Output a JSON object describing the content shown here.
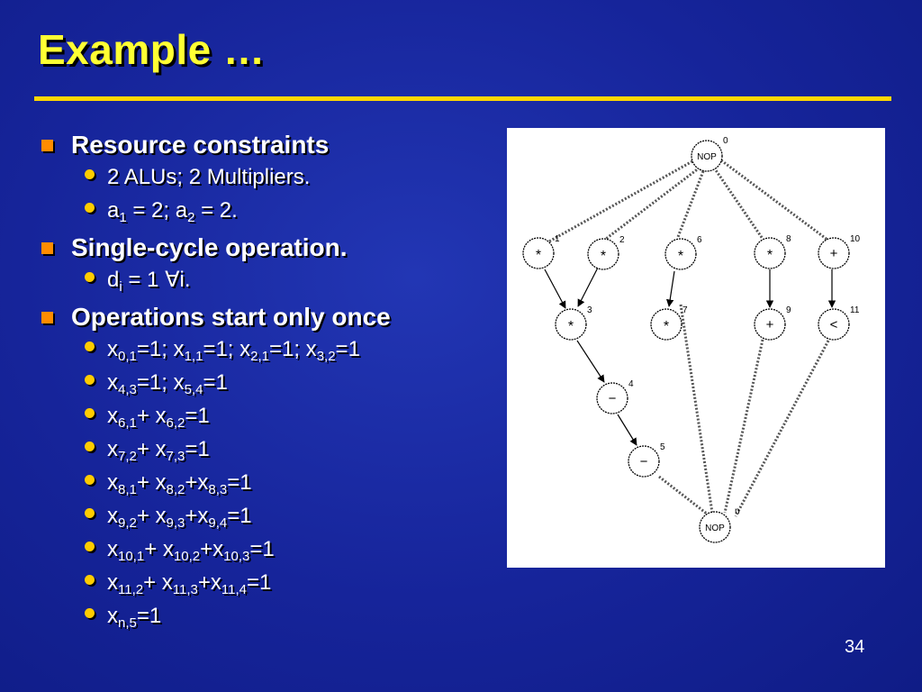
{
  "title": "Example …",
  "bullets": [
    {
      "text": "Resource constraints"
    },
    {
      "sub": [
        "2 ALUs; 2 Multipliers."
      ]
    },
    {
      "text": "Single-cycle operation."
    },
    {
      "text": "Operations start only once"
    }
  ],
  "eq": {
    "a": [
      "a",
      "1",
      " = 2; a",
      "2",
      " = 2."
    ],
    "d": [
      "d",
      "i",
      " = 1 ∀i."
    ]
  },
  "x_lines": [
    [
      "x",
      "0,1",
      "=1; x",
      "1,1",
      "=1; x",
      "2,1",
      "=1; x",
      "3,2",
      "=1"
    ],
    [
      "x",
      "4,3",
      "=1; x",
      "5,4",
      "=1"
    ],
    [
      "x",
      "6,1",
      "+ x",
      "6,2",
      "=1"
    ],
    [
      "x",
      "7,2",
      "+ x",
      "7,3",
      "=1"
    ],
    [
      "x",
      "8,1",
      "+ x",
      "8,2",
      "+x",
      "8,3",
      "=1"
    ],
    [
      "x",
      "9,2",
      "+ x",
      "9,3",
      "+x",
      "9,4",
      "=1"
    ],
    [
      "x",
      "10,1",
      "+ x",
      "10,2",
      "+x",
      "10,3",
      "=1"
    ],
    [
      "x",
      "11,2",
      "+ x",
      "11,3",
      "+x",
      "11,4",
      "=1"
    ],
    [
      "x",
      "n,5",
      "=1"
    ]
  ],
  "graph": {
    "nodes": [
      {
        "id": "0",
        "label": "NOP"
      },
      {
        "id": "1",
        "label": "*"
      },
      {
        "id": "2",
        "label": "*"
      },
      {
        "id": "6",
        "label": "*"
      },
      {
        "id": "8",
        "label": "*"
      },
      {
        "id": "10",
        "label": "+"
      },
      {
        "id": "3",
        "label": "*"
      },
      {
        "id": "7",
        "label": "*"
      },
      {
        "id": "9",
        "label": "+"
      },
      {
        "id": "11",
        "label": "<"
      },
      {
        "id": "4",
        "label": "−"
      },
      {
        "id": "5",
        "label": "−"
      },
      {
        "id": "n",
        "label": "NOP"
      }
    ]
  },
  "page_number": "34"
}
